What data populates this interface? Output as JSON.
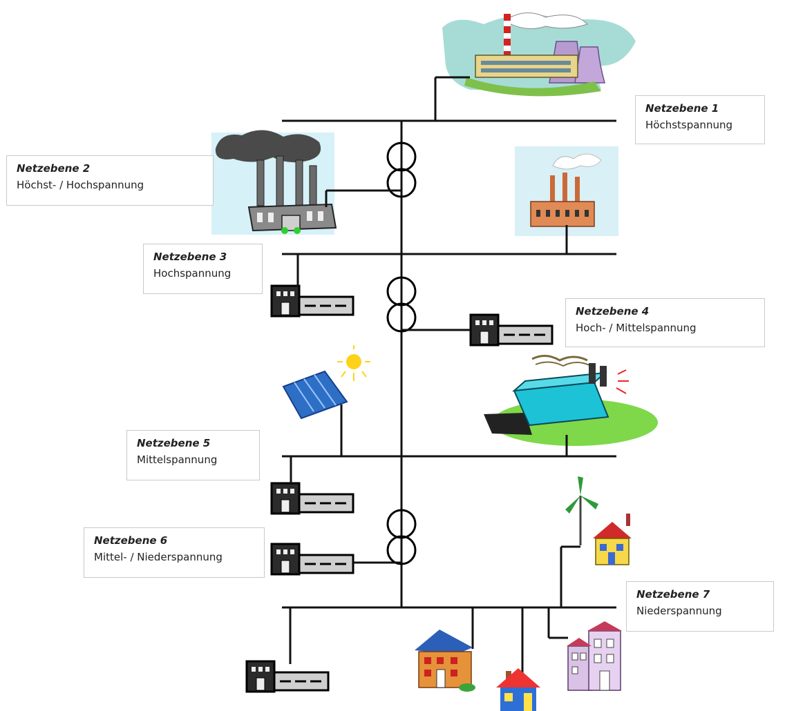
{
  "levels": [
    {
      "title": "Netzebene 1",
      "voltage": "Höchstspannung"
    },
    {
      "title": "Netzebene 2",
      "voltage": "Höchst- / Hochspannung"
    },
    {
      "title": "Netzebene 3",
      "voltage": "Hochspannung"
    },
    {
      "title": "Netzebene 4",
      "voltage": "Hoch- / Mittelspannung"
    },
    {
      "title": "Netzebene 5",
      "voltage": "Mittelspannung"
    },
    {
      "title": "Netzebene 6",
      "voltage": "Mittel- / Niederspannung"
    },
    {
      "title": "Netzebene 7",
      "voltage": "Niederspannung"
    }
  ],
  "icons": [
    "power-plant-icon",
    "coal-power-plant-icon",
    "industrial-factory-icon",
    "substation-icon",
    "solar-panel-icon",
    "factory-icon",
    "wind-turbine-icon",
    "house-icon",
    "apartment-building-icon"
  ],
  "colors": {
    "line": "#111111",
    "label_border": "#c9c9c9"
  }
}
